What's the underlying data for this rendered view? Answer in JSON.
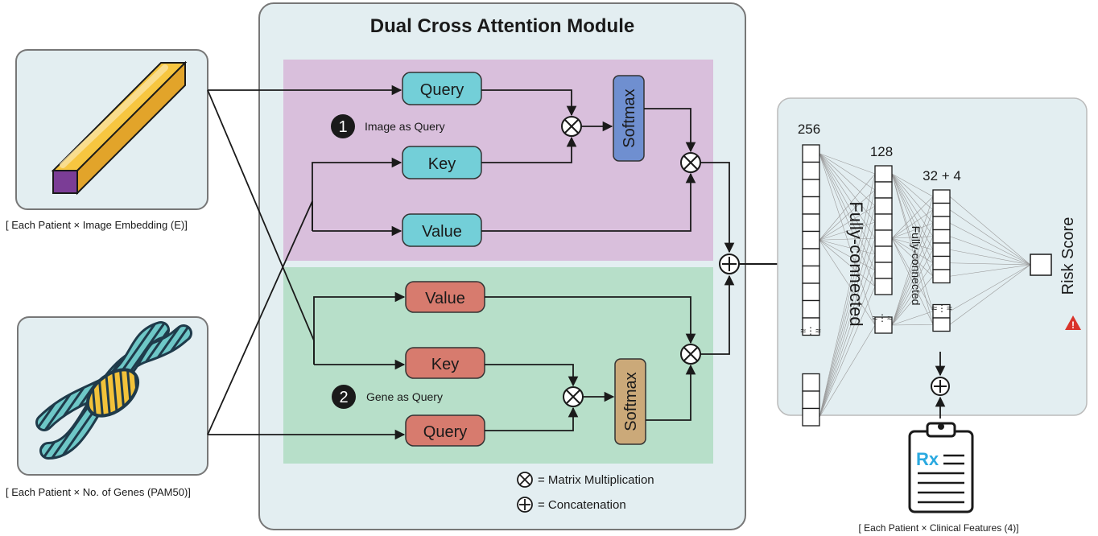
{
  "module": {
    "title": "Dual Cross Attention Module",
    "image_branch": {
      "step": "1",
      "label": "Image as Query",
      "query": "Query",
      "key": "Key",
      "value": "Value",
      "softmax": "Softmax"
    },
    "gene_branch": {
      "step": "2",
      "label": "Gene as Query",
      "query": "Query",
      "key": "Key",
      "value": "Value",
      "softmax": "Softmax"
    },
    "legend": {
      "mult_symbol": "⊗",
      "mult": "= Matrix Multiplication",
      "concat_symbol": "⊕",
      "concat": "= Concatenation"
    }
  },
  "inputs": {
    "image_caption": "[ Each Patient ×  Image Embedding (E)]",
    "gene_caption": "[ Each Patient ×  No. of Genes (PAM50)]",
    "clinical_caption": "[ Each Patient × Clinical Features (4)]",
    "rx_label": "Rx"
  },
  "network": {
    "layer1": "256",
    "layer2": "128",
    "layer3": "32 + 4",
    "fc1": "Fully-connected",
    "fc2": "Fully-connected",
    "dots": "≈⋮≈",
    "output": "Risk Score",
    "warning": "!"
  },
  "colors": {
    "panel_bg": "#e3eef1",
    "image_branch_bg": "#d9bfdc",
    "gene_branch_bg": "#b7dfc9",
    "cyan_box": "#73cfd8",
    "red_box": "#d77b6e",
    "softmax_blue": "#6f8fd0",
    "softmax_tan": "#cba979"
  }
}
